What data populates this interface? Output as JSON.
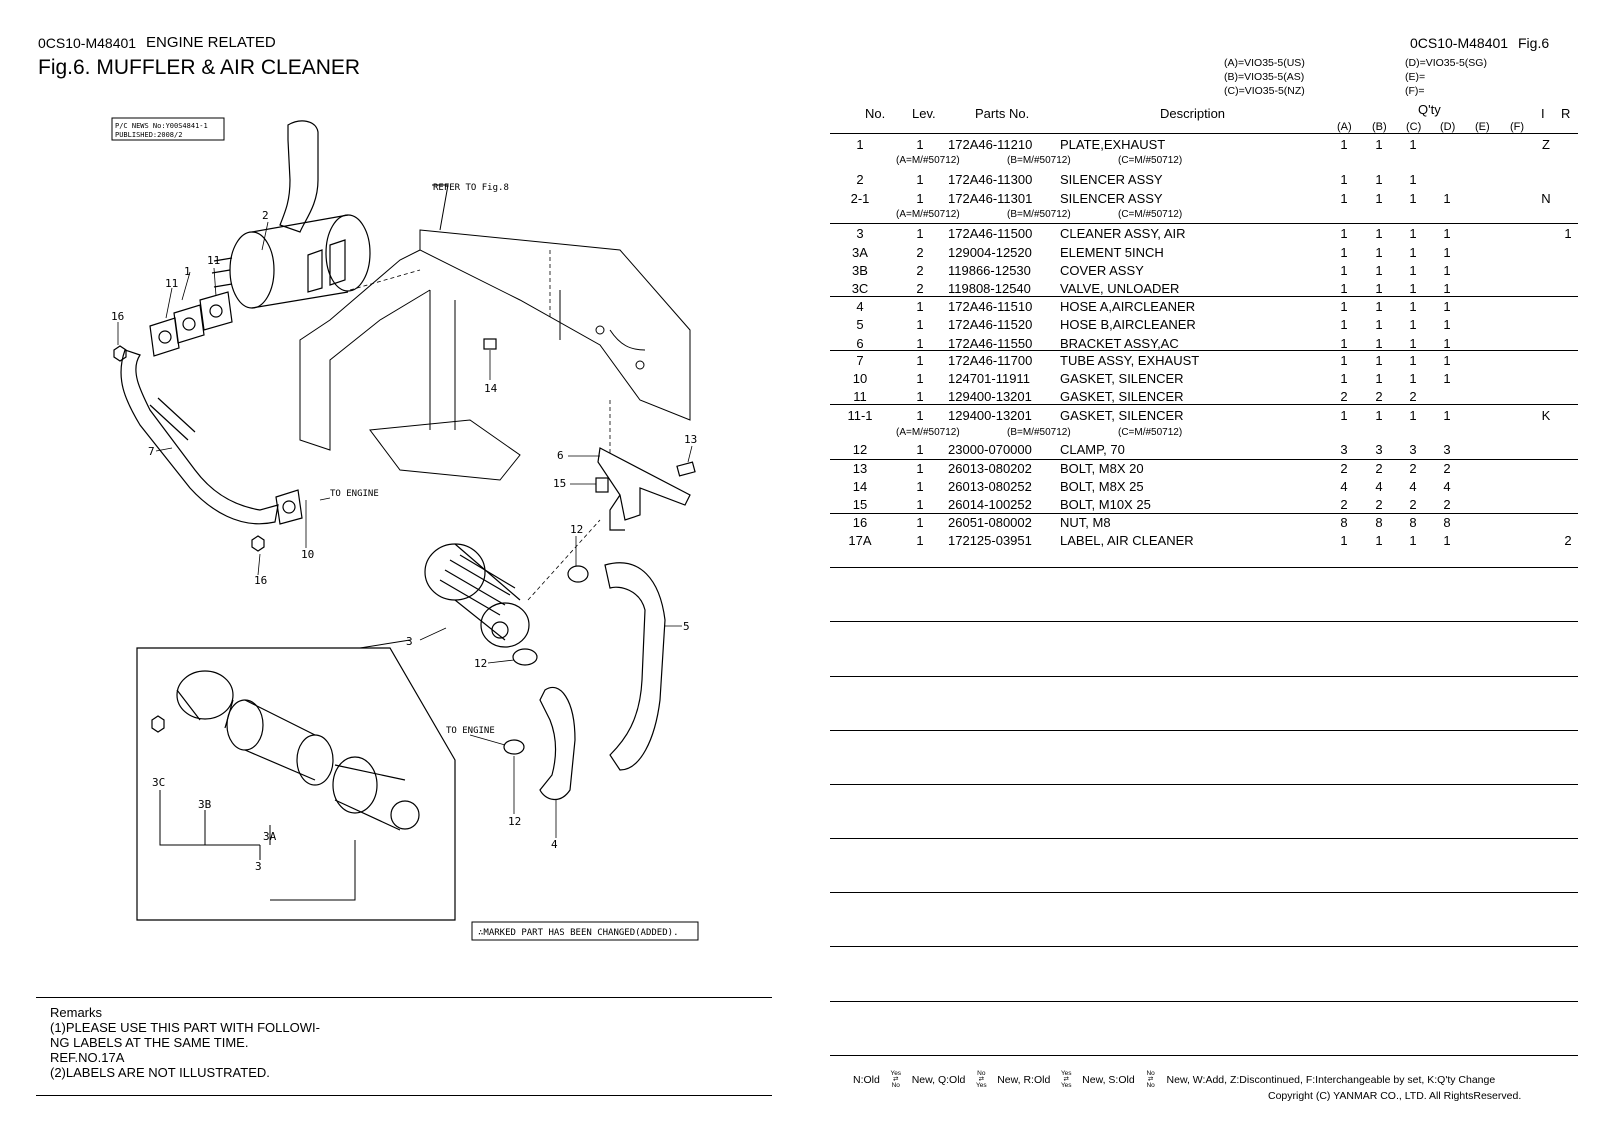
{
  "header": {
    "left_code": "0CS10-M48401",
    "left_section": "ENGINE RELATED",
    "fig_title": "Fig.6.  MUFFLER & AIR CLEANER",
    "right_code": "0CS10-M48401",
    "right_fig": "Fig.6"
  },
  "models": {
    "a": "(A)=VIO35-5(US)",
    "b": "(B)=VIO35-5(AS)",
    "c": "(C)=VIO35-5(NZ)",
    "d": "(D)=VIO35-5(SG)",
    "e": "(E)=",
    "f": "(F)="
  },
  "table_header": {
    "no": "No.",
    "lev": "Lev.",
    "parts_no": "Parts No.",
    "description": "Description",
    "qty": "Q'ty",
    "a": "(A)",
    "b": "(B)",
    "c": "(C)",
    "d": "(D)",
    "e": "(E)",
    "f": "(F)",
    "i": "I",
    "r": "R"
  },
  "rows": [
    {
      "no": "1",
      "lev": "1",
      "part": "172A46-11210",
      "desc": "PLATE,EXHAUST",
      "a": "1",
      "b": "1",
      "c": "1",
      "d": "",
      "i": "Z",
      "r": ""
    },
    {
      "no": "2",
      "lev": "1",
      "part": "172A46-11300",
      "desc": "SILENCER ASSY",
      "a": "1",
      "b": "1",
      "c": "1",
      "d": "",
      "i": "",
      "r": ""
    },
    {
      "no": "2-1",
      "lev": "1",
      "part": "172A46-11301",
      "desc": "SILENCER ASSY",
      "a": "1",
      "b": "1",
      "c": "1",
      "d": "1",
      "i": "N",
      "r": ""
    },
    {
      "no": "3",
      "lev": "1",
      "part": "172A46-11500",
      "desc": "CLEANER ASSY, AIR",
      "a": "1",
      "b": "1",
      "c": "1",
      "d": "1",
      "i": "",
      "r": "1"
    },
    {
      "no": "3A",
      "lev": "2",
      "part": "129004-12520",
      "desc": "ELEMENT 5INCH",
      "a": "1",
      "b": "1",
      "c": "1",
      "d": "1",
      "i": "",
      "r": ""
    },
    {
      "no": "3B",
      "lev": "2",
      "part": "119866-12530",
      "desc": "COVER ASSY",
      "a": "1",
      "b": "1",
      "c": "1",
      "d": "1",
      "i": "",
      "r": ""
    },
    {
      "no": "3C",
      "lev": "2",
      "part": "119808-12540",
      "desc": "VALVE, UNLOADER",
      "a": "1",
      "b": "1",
      "c": "1",
      "d": "1",
      "i": "",
      "r": ""
    },
    {
      "no": "4",
      "lev": "1",
      "part": "172A46-11510",
      "desc": "HOSE A,AIRCLEANER",
      "a": "1",
      "b": "1",
      "c": "1",
      "d": "1",
      "i": "",
      "r": ""
    },
    {
      "no": "5",
      "lev": "1",
      "part": "172A46-11520",
      "desc": "HOSE B,AIRCLEANER",
      "a": "1",
      "b": "1",
      "c": "1",
      "d": "1",
      "i": "",
      "r": ""
    },
    {
      "no": "6",
      "lev": "1",
      "part": "172A46-11550",
      "desc": "BRACKET ASSY,AC",
      "a": "1",
      "b": "1",
      "c": "1",
      "d": "1",
      "i": "",
      "r": ""
    },
    {
      "no": "7",
      "lev": "1",
      "part": "172A46-11700",
      "desc": "TUBE ASSY, EXHAUST",
      "a": "1",
      "b": "1",
      "c": "1",
      "d": "1",
      "i": "",
      "r": ""
    },
    {
      "no": "10",
      "lev": "1",
      "part": "124701-11911",
      "desc": "GASKET, SILENCER",
      "a": "1",
      "b": "1",
      "c": "1",
      "d": "1",
      "i": "",
      "r": ""
    },
    {
      "no": "11",
      "lev": "1",
      "part": "129400-13201",
      "desc": "GASKET, SILENCER",
      "a": "2",
      "b": "2",
      "c": "2",
      "d": "",
      "i": "",
      "r": ""
    },
    {
      "no": "11-1",
      "lev": "1",
      "part": "129400-13201",
      "desc": "GASKET, SILENCER",
      "a": "1",
      "b": "1",
      "c": "1",
      "d": "1",
      "i": "K",
      "r": ""
    },
    {
      "no": "12",
      "lev": "1",
      "part": "23000-070000",
      "desc": "CLAMP,  70",
      "a": "3",
      "b": "3",
      "c": "3",
      "d": "3",
      "i": "",
      "r": ""
    },
    {
      "no": "13",
      "lev": "1",
      "part": "26013-080202",
      "desc": "BOLT, M8X 20",
      "a": "2",
      "b": "2",
      "c": "2",
      "d": "2",
      "i": "",
      "r": ""
    },
    {
      "no": "14",
      "lev": "1",
      "part": "26013-080252",
      "desc": "BOLT, M8X 25",
      "a": "4",
      "b": "4",
      "c": "4",
      "d": "4",
      "i": "",
      "r": ""
    },
    {
      "no": "15",
      "lev": "1",
      "part": "26014-100252",
      "desc": "BOLT, M10X 25",
      "a": "2",
      "b": "2",
      "c": "2",
      "d": "2",
      "i": "",
      "r": ""
    },
    {
      "no": "16",
      "lev": "1",
      "part": "26051-080002",
      "desc": "NUT, M8",
      "a": "8",
      "b": "8",
      "c": "8",
      "d": "8",
      "i": "",
      "r": ""
    },
    {
      "no": "17A",
      "lev": "1",
      "part": "172125-03951",
      "desc": "LABEL, AIR CLEANER",
      "a": "1",
      "b": "1",
      "c": "1",
      "d": "1",
      "i": "",
      "r": "2"
    }
  ],
  "serial_notes": {
    "row1": {
      "a": "(A=M/#50712)",
      "b": "(B=M/#50712)",
      "c": "(C=M/#50712)"
    },
    "row2_1": {
      "a": "(A=M/#50712)",
      "b": "(B=M/#50712)",
      "c": "(C=M/#50712)"
    },
    "row11_1": {
      "a": "(A=M/#50712)",
      "b": "(B=M/#50712)",
      "c": "(C=M/#50712)"
    }
  },
  "diagram": {
    "news_line1": "P/C NEWS No:Y00S4841-1",
    "news_line2": "PUBLISHED:2008/2",
    "refer": "REFER TO Fig.8",
    "to_engine_1": "TO ENGINE",
    "to_engine_2": "TO ENGINE",
    "changed_note": "∴MARKED PART HAS BEEN CHANGED(ADDED).",
    "callouts": {
      "c2": "2",
      "c1": "1",
      "c11a": "11",
      "c11b": "11",
      "c16a": "16",
      "c16b": "16",
      "c7": "7",
      "c10": "10",
      "c14": "14",
      "c6": "6",
      "c13": "13",
      "c15": "15",
      "c12a": "12",
      "c12b": "12",
      "c12c": "12",
      "c5": "5",
      "c3": "3",
      "c4": "4",
      "c3c": "3C",
      "c3b": "3B",
      "c3a": "3A",
      "c3d": "3"
    }
  },
  "remarks": {
    "title": "Remarks",
    "line1": "(1)PLEASE USE THIS PART WITH FOLLOWI-",
    "line2": "NG LABELS AT THE SAME TIME.",
    "line3": "REF.NO.17A",
    "line4": "(2)LABELS ARE NOT ILLUSTRATED."
  },
  "legend": {
    "n": "N:Old",
    "new1": "New, Q:Old",
    "new2": "New, R:Old",
    "new3": "New, S:Old",
    "tail": "New, W:Add, Z:Discontinued, F:Interchangeable by set, K:Q'ty Change",
    "yes": "Yes",
    "no": "No",
    "copyright": "Copyright (C)  YANMAR CO., LTD. All RightsReserved."
  }
}
